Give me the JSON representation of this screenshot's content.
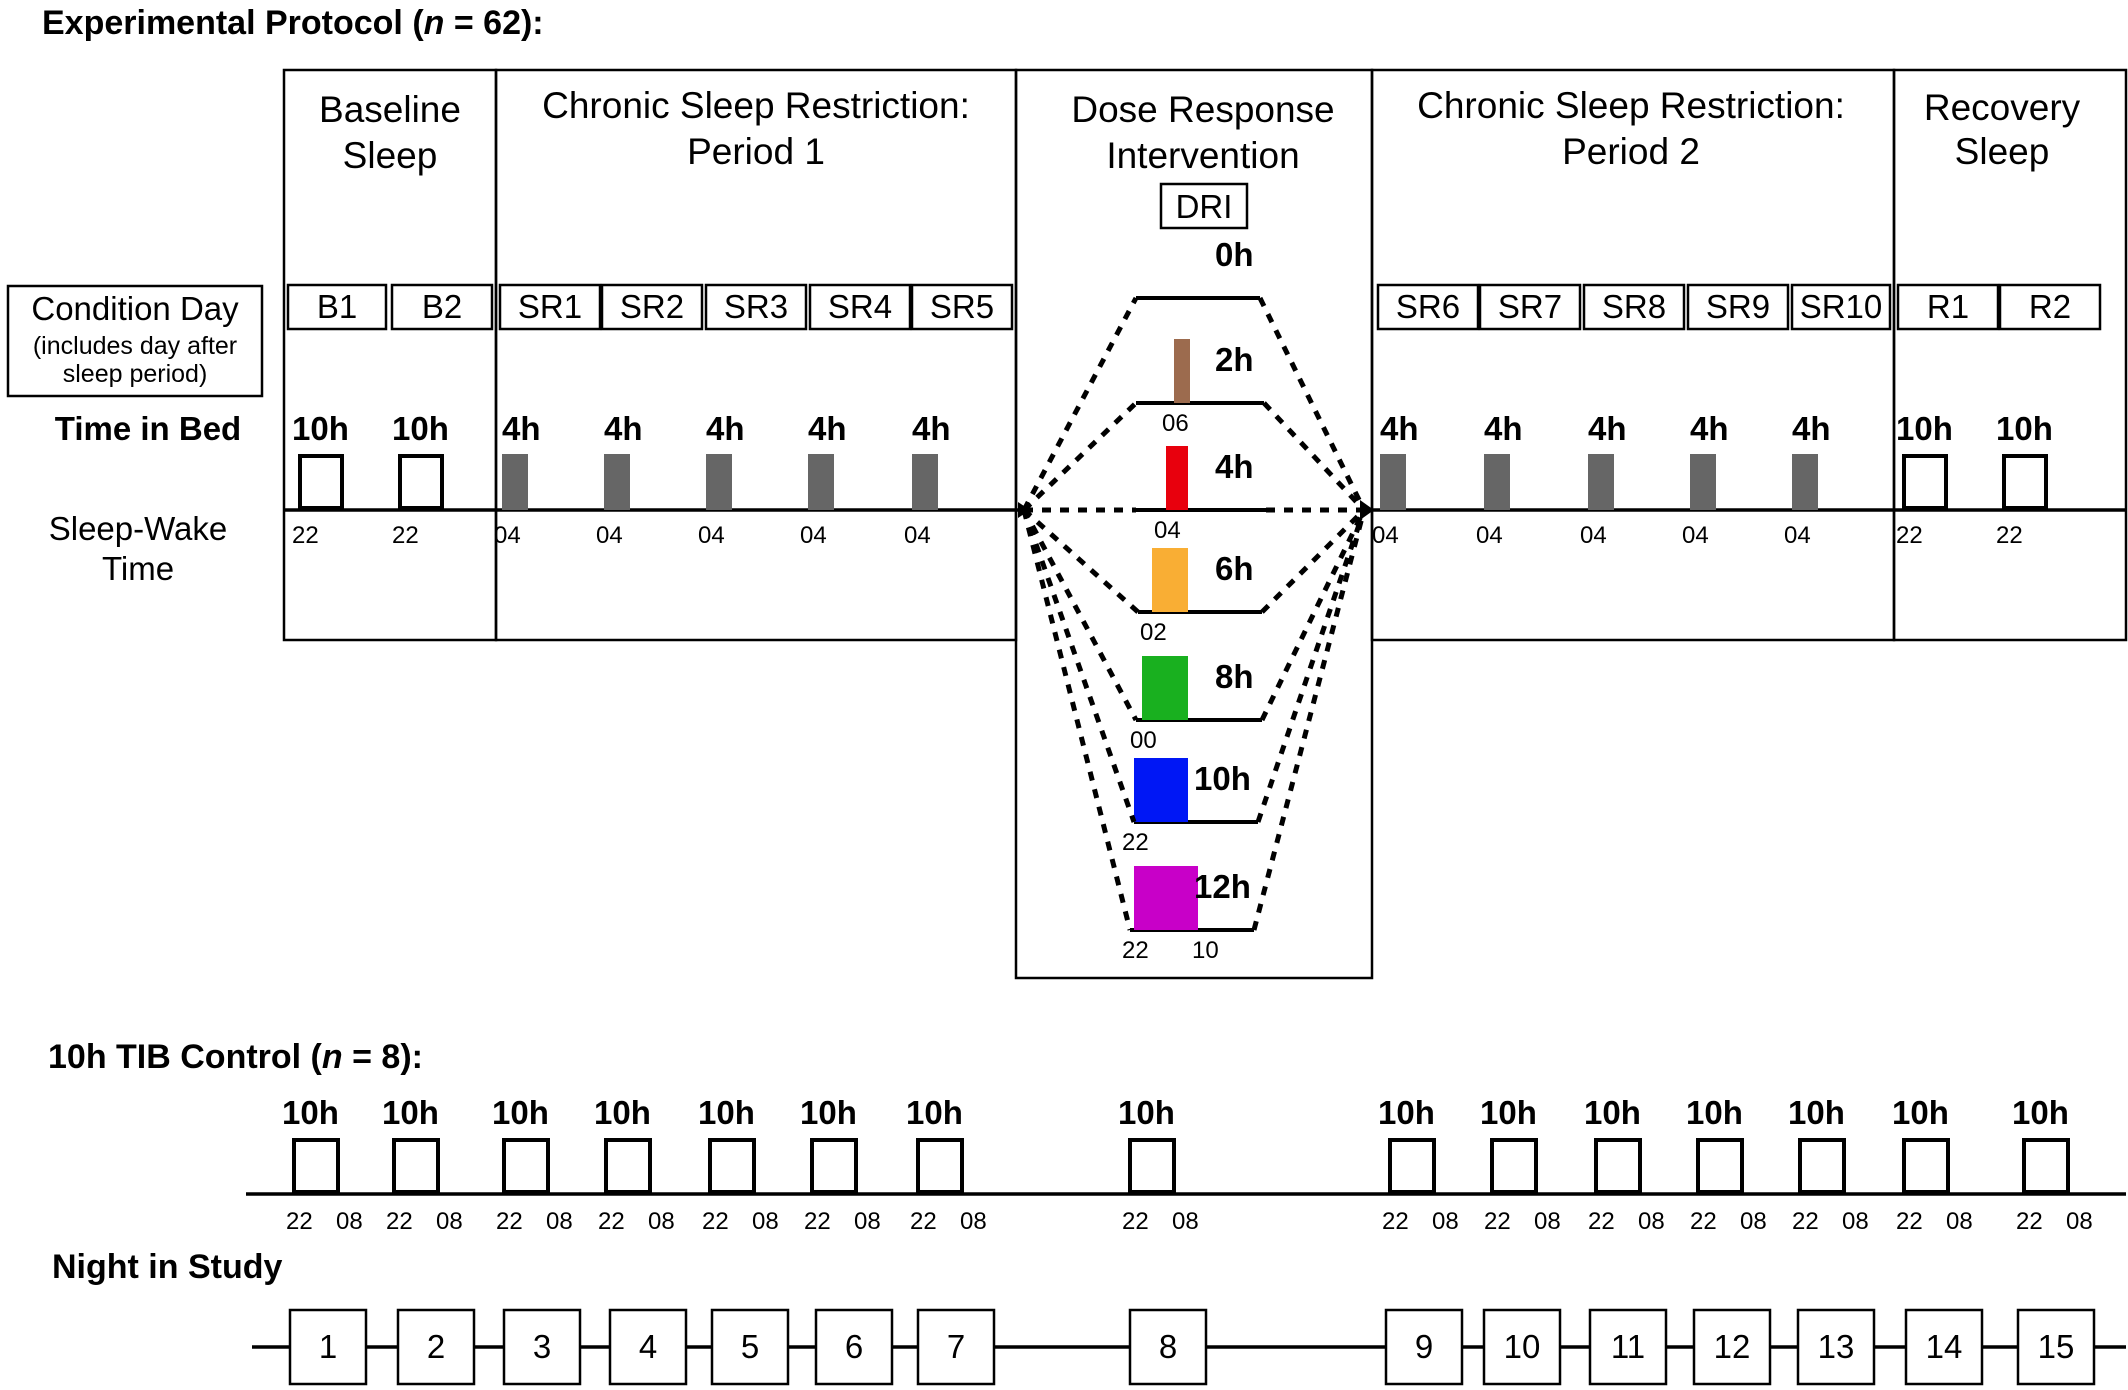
{
  "title": {
    "main": "Experimental Protocol (",
    "n_italic": "n",
    "suffix": " = 62):"
  },
  "phases": [
    {
      "id": "baseline",
      "lines": [
        "Baseline",
        "Sleep"
      ]
    },
    {
      "id": "csr1",
      "lines": [
        "Chronic Sleep Restriction:",
        "Period 1"
      ]
    },
    {
      "id": "dri",
      "lines": [
        "Dose Response",
        "Intervention"
      ]
    },
    {
      "id": "csr2",
      "lines": [
        "Chronic Sleep Restriction:",
        "Period 2"
      ]
    },
    {
      "id": "recovery",
      "lines": [
        "Recovery",
        "Sleep"
      ]
    }
  ],
  "dri_label": "DRI",
  "row_labels": {
    "condition_day": "Condition Day",
    "condition_day_note": [
      "(includes day after",
      "sleep period)"
    ],
    "time_in_bed": "Time in Bed",
    "sleep_wake": [
      "Sleep-Wake",
      "Time"
    ]
  },
  "condition_days": [
    "B1",
    "B2",
    "SR1",
    "SR2",
    "SR3",
    "SR4",
    "SR5",
    "SR6",
    "SR7",
    "SR8",
    "SR9",
    "SR10",
    "R1",
    "R2"
  ],
  "protocol_sleep": [
    {
      "tib": "10h",
      "time": "22",
      "kind": "open"
    },
    {
      "tib": "10h",
      "time": "22",
      "kind": "open"
    },
    {
      "tib": "4h",
      "time": "04",
      "kind": "filled"
    },
    {
      "tib": "4h",
      "time": "04",
      "kind": "filled"
    },
    {
      "tib": "4h",
      "time": "04",
      "kind": "filled"
    },
    {
      "tib": "4h",
      "time": "04",
      "kind": "filled"
    },
    {
      "tib": "4h",
      "time": "04",
      "kind": "filled"
    },
    {
      "tib": "4h",
      "time": "04",
      "kind": "filled"
    },
    {
      "tib": "4h",
      "time": "04",
      "kind": "filled"
    },
    {
      "tib": "4h",
      "time": "04",
      "kind": "filled"
    },
    {
      "tib": "4h",
      "time": "04",
      "kind": "filled"
    },
    {
      "tib": "4h",
      "time": "04",
      "kind": "filled"
    },
    {
      "tib": "10h",
      "time": "22",
      "kind": "open"
    },
    {
      "tib": "10h",
      "time": "22",
      "kind": "open"
    }
  ],
  "dose_levels": [
    {
      "label": "0h",
      "color": "#000000",
      "start": "",
      "end": ""
    },
    {
      "label": "2h",
      "color": "#9c6b4e",
      "start": "06",
      "end": ""
    },
    {
      "label": "4h",
      "color": "#e8000d",
      "start": "04",
      "end": ""
    },
    {
      "label": "6h",
      "color": "#f9ae34",
      "start": "02",
      "end": ""
    },
    {
      "label": "8h",
      "color": "#19b01f",
      "start": "00",
      "end": ""
    },
    {
      "label": "10h",
      "color": "#0017f5",
      "start": "22",
      "end": ""
    },
    {
      "label": "12h",
      "color": "#c800c8",
      "start": "22",
      "end": "10"
    }
  ],
  "control": {
    "title_main": "10h TIB Control (",
    "n_italic": "n",
    "title_suffix": " = 8):",
    "tib": "10h",
    "start": "22",
    "end": "08"
  },
  "night_in_study": {
    "label": "Night in Study",
    "nights": [
      "1",
      "2",
      "3",
      "4",
      "5",
      "6",
      "7",
      "8",
      "9",
      "10",
      "11",
      "12",
      "13",
      "14",
      "15"
    ]
  }
}
